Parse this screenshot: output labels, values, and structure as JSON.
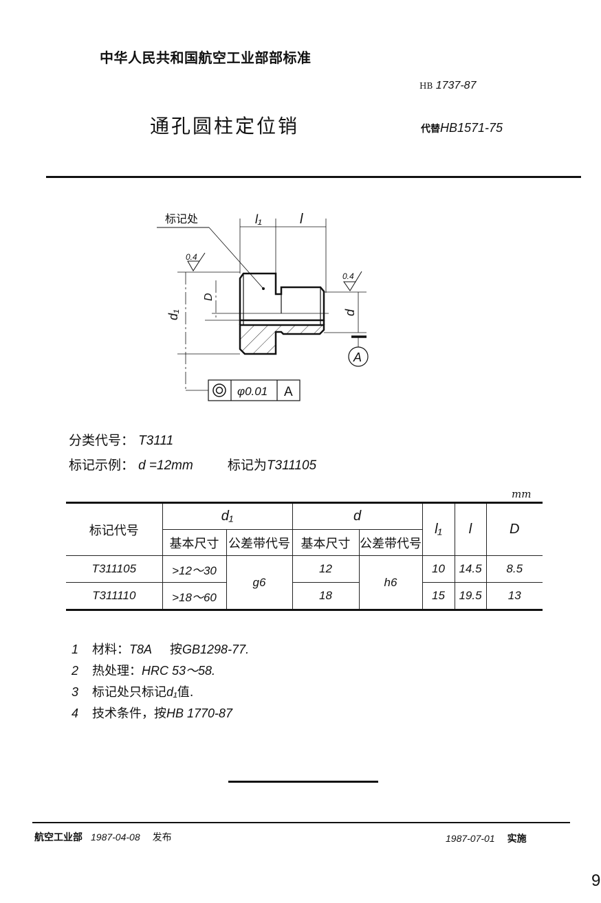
{
  "header": {
    "organization": "中华人民共和国航空工业部部标准",
    "standard_prefix": "HB",
    "standard_number": "1737-87",
    "title": "通孔圆柱定位销",
    "replaces_label": "代替",
    "replaces_number": "HB1571-75"
  },
  "drawing": {
    "marking_location_label": "标记处",
    "dim_l1": "l₁",
    "dim_l": "l",
    "dim_d1": "d₁",
    "dim_D": "D",
    "dim_d": "d",
    "roughness_left": "0.4",
    "roughness_right": "0.4",
    "datum_label": "A",
    "tolerance_frame": {
      "symbol": "concentricity",
      "value": "φ0.01",
      "datum": "A"
    }
  },
  "classification": {
    "label": "分类代号",
    "separator": "：",
    "value": "T3111"
  },
  "example": {
    "label": "标记示例",
    "separator": "：",
    "condition": "d =12mm",
    "marking_label": "标记为",
    "marking_value": "T311105"
  },
  "table": {
    "unit": "mm",
    "headers": {
      "code": "标记代号",
      "d1": "d₁",
      "d": "d",
      "l1": "l₁",
      "l": "l",
      "D": "D",
      "basic_size": "基本尺寸",
      "tolerance_zone": "公差带代号"
    },
    "rows": [
      {
        "code": "T311105",
        "d1_basic": ">12～30",
        "d1_tol": "g6",
        "d_basic": "12",
        "d_tol": "h6",
        "l1": "10",
        "l": "14.5",
        "D": "8.5"
      },
      {
        "code": "T311110",
        "d1_basic": ">18～60",
        "d1_tol": "g6",
        "d_basic": "18",
        "d_tol": "h6",
        "l1": "15",
        "l": "19.5",
        "D": "13"
      }
    ]
  },
  "notes": [
    {
      "num": "1",
      "label": "材料：",
      "value": "T8A",
      "extra_label": "按",
      "extra_value": "GB1298-77."
    },
    {
      "num": "2",
      "label": "热处理：",
      "value": "HRC 53～58.",
      "extra_label": "",
      "extra_value": ""
    },
    {
      "num": "3",
      "label": "标记处只标记",
      "value": "d₁",
      "extra_label": "值.",
      "extra_value": ""
    },
    {
      "num": "4",
      "label": "技术条件，按",
      "value": "HB 1770-87",
      "extra_label": "",
      "extra_value": ""
    }
  ],
  "footer": {
    "issuer": "航空工业部",
    "issue_date": "1987-04-08",
    "issue_action": "发布",
    "effective_date": "1987-07-01",
    "effective_action": "实施",
    "page_number": "9"
  }
}
